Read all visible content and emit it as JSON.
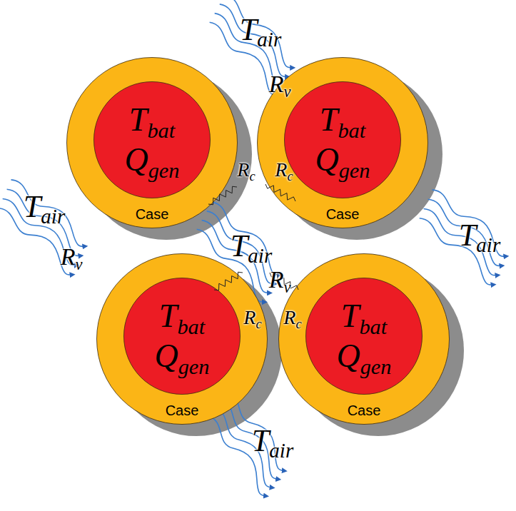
{
  "diagram": {
    "nodes": [
      {
        "text": [
          "Case"
        ]
      },
      {
        "text": [
          "Tbat",
          "Qgen"
        ],
        "in": 0
      },
      {
        "text": [
          "Case"
        ]
      },
      {
        "text": [
          "Tbat",
          "Qgen"
        ],
        "in": 2
      },
      {
        "text": [
          "Case"
        ]
      },
      {
        "text": [
          "Tbat",
          "Qgen"
        ],
        "in": 4
      },
      {
        "text": [
          "Case"
        ]
      },
      {
        "text": [
          "Tbat",
          "Qgen"
        ],
        "in": 6
      }
    ],
    "labels": [
      "Tair",
      "Rv",
      "Rc",
      "Rc",
      "Tair",
      "Tair",
      "Tair",
      "Rv",
      "Rv",
      "Rc",
      "Rc",
      "Tair"
    ]
  }
}
